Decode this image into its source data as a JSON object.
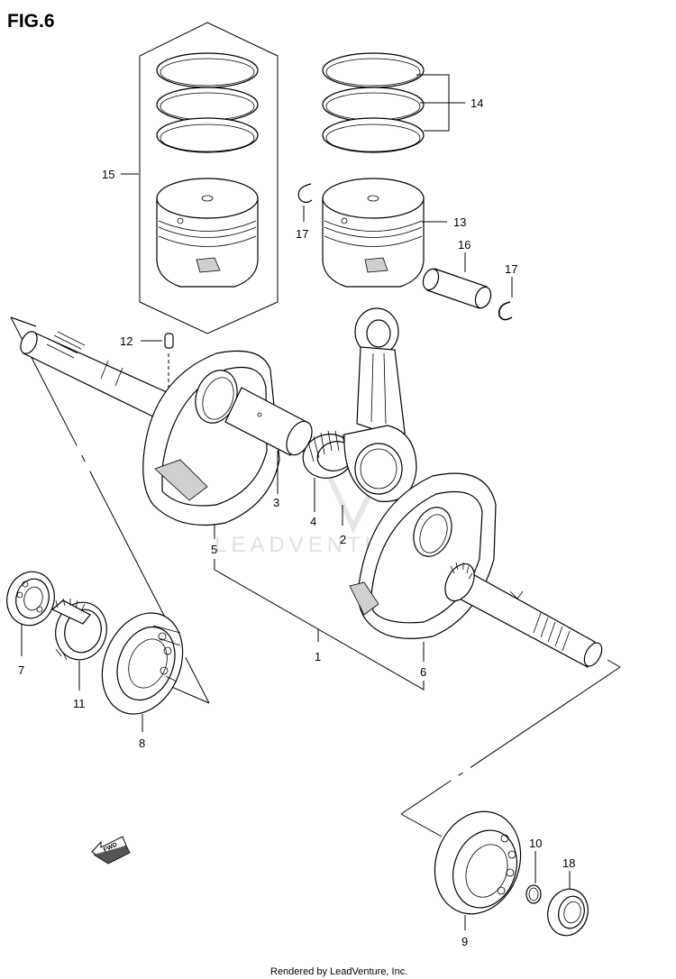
{
  "figure_title": "FIG.6",
  "watermark": "LEADVENTURE",
  "footer": "Rendered by LeadVenture, Inc.",
  "callouts": {
    "p1": "1",
    "p2": "2",
    "p3": "3",
    "p4": "4",
    "p5": "5",
    "p6": "6",
    "p7": "7",
    "p8": "8",
    "p9": "9",
    "p10": "10",
    "p11": "11",
    "p12": "12",
    "p13": "13",
    "p14": "14",
    "p15": "15",
    "p16": "16",
    "p17a": "17",
    "p17b": "17",
    "p18": "18"
  },
  "fwd_label": "FWD"
}
